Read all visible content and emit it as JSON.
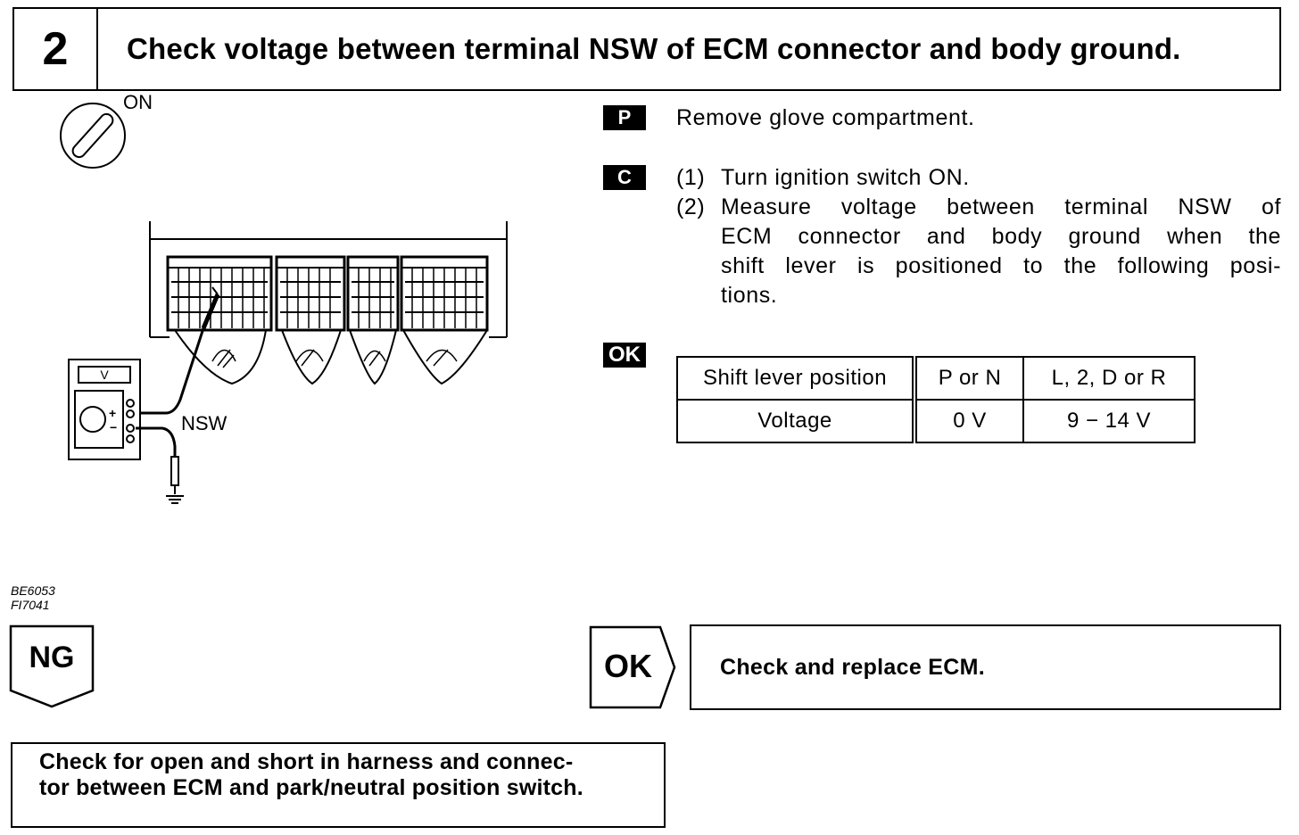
{
  "header": {
    "step_number": "2",
    "title": "Check voltage between terminal NSW of ECM connector and body ground."
  },
  "illustration": {
    "ignition_label": "ON",
    "meter_label": "V",
    "plus_sign": "+",
    "minus_sign": "−",
    "terminal_label": "NSW",
    "figure_codes": [
      "BE6053",
      "FI7041"
    ]
  },
  "steps": {
    "prep_tag": "P",
    "prep_text": "Remove glove compartment.",
    "check_tag": "C",
    "check_1_num": "(1)",
    "check_1_text": "Turn ignition switch ON.",
    "check_2_num": "(2)",
    "check_2_lines": [
      "Measure voltage between terminal NSW of",
      "ECM connector and body ground when the",
      "shift lever is positioned to the following posi-",
      "tions."
    ]
  },
  "ok_tag": "OK",
  "spec_table": {
    "rows": [
      [
        "Shift lever position",
        "P or N",
        "L, 2, D or R"
      ],
      [
        "Voltage",
        "0 V",
        "9 − 14 V"
      ]
    ]
  },
  "results": {
    "ng_label": "NG",
    "ok_label": "OK",
    "ok_action": "Check and replace ECM.",
    "ng_action_lines": [
      "Check for open and short in harness and connec-",
      "tor between ECM and park/neutral position switch."
    ]
  }
}
